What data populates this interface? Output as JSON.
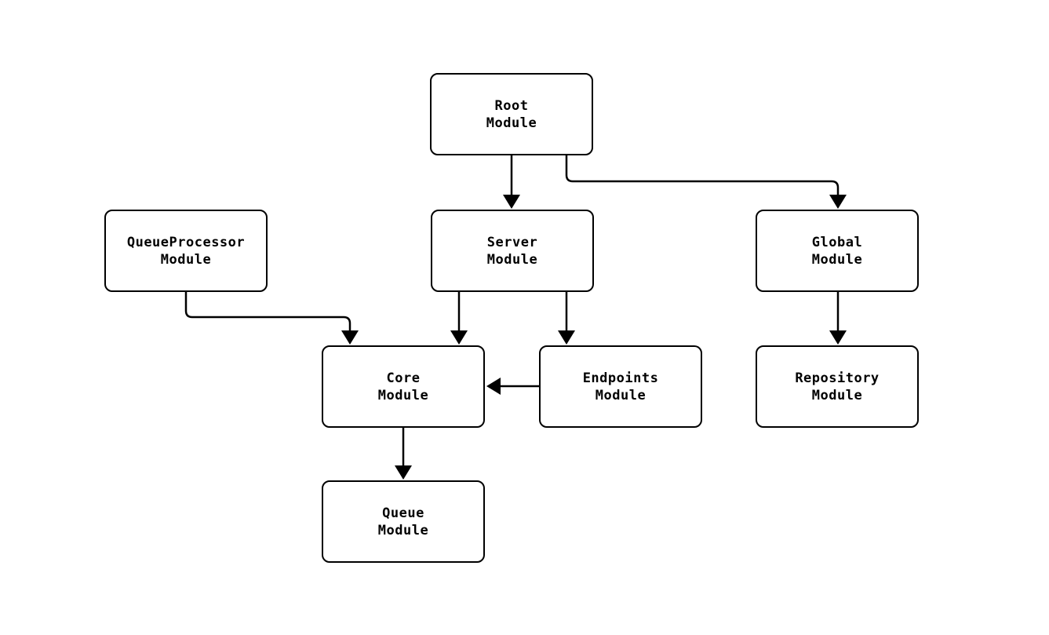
{
  "diagram": {
    "type": "module-dependency-graph",
    "background_color": "#ffffff",
    "node_fill_color": "#ffffff",
    "stroke_color": "#000000",
    "text_color": "#000000",
    "nodes": [
      {
        "id": "root",
        "label": "Root\nModule"
      },
      {
        "id": "queueprocessor",
        "label": "QueueProcessor\nModule"
      },
      {
        "id": "server",
        "label": "Server\nModule"
      },
      {
        "id": "global",
        "label": "Global\nModule"
      },
      {
        "id": "core",
        "label": "Core\nModule"
      },
      {
        "id": "endpoints",
        "label": "Endpoints\nModule"
      },
      {
        "id": "repository",
        "label": "Repository\nModule"
      },
      {
        "id": "queue",
        "label": "Queue\nModule"
      }
    ],
    "edges": [
      {
        "from": "root",
        "to": "server"
      },
      {
        "from": "root",
        "to": "global"
      },
      {
        "from": "queueprocessor",
        "to": "core"
      },
      {
        "from": "server",
        "to": "core"
      },
      {
        "from": "server",
        "to": "endpoints"
      },
      {
        "from": "endpoints",
        "to": "core"
      },
      {
        "from": "core",
        "to": "queue"
      },
      {
        "from": "global",
        "to": "repository"
      }
    ]
  }
}
